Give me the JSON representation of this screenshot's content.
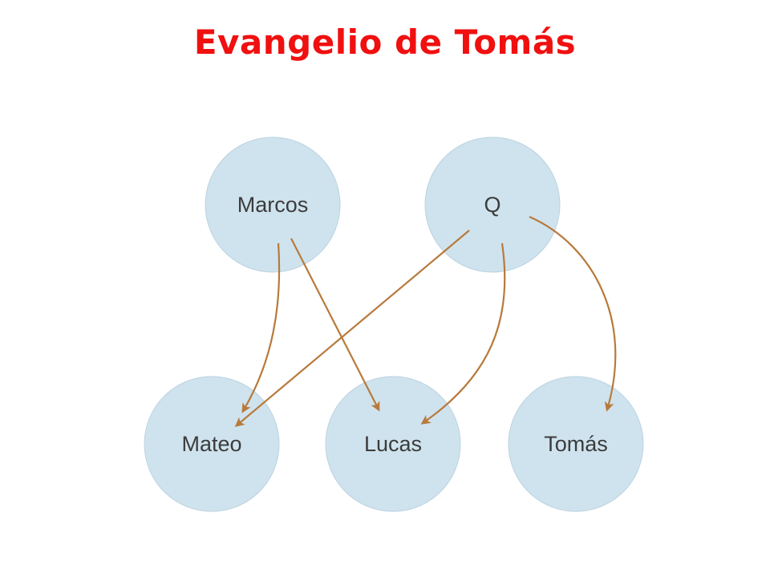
{
  "title": "Evangelio de Tomás",
  "colors": {
    "title": "#f01010",
    "node_fill": "#cfe3ee",
    "node_stroke": "#bcd3e0",
    "label": "#3c3c3c",
    "arrow": "#b87a3c"
  },
  "nodes": {
    "marcos": "Marcos",
    "q": "Q",
    "mateo": "Mateo",
    "lucas": "Lucas",
    "tomas": "Tomás"
  },
  "edges": [
    {
      "from": "Marcos",
      "to": "Mateo"
    },
    {
      "from": "Marcos",
      "to": "Lucas"
    },
    {
      "from": "Q",
      "to": "Mateo"
    },
    {
      "from": "Q",
      "to": "Lucas"
    },
    {
      "from": "Q",
      "to": "Tomás"
    }
  ]
}
